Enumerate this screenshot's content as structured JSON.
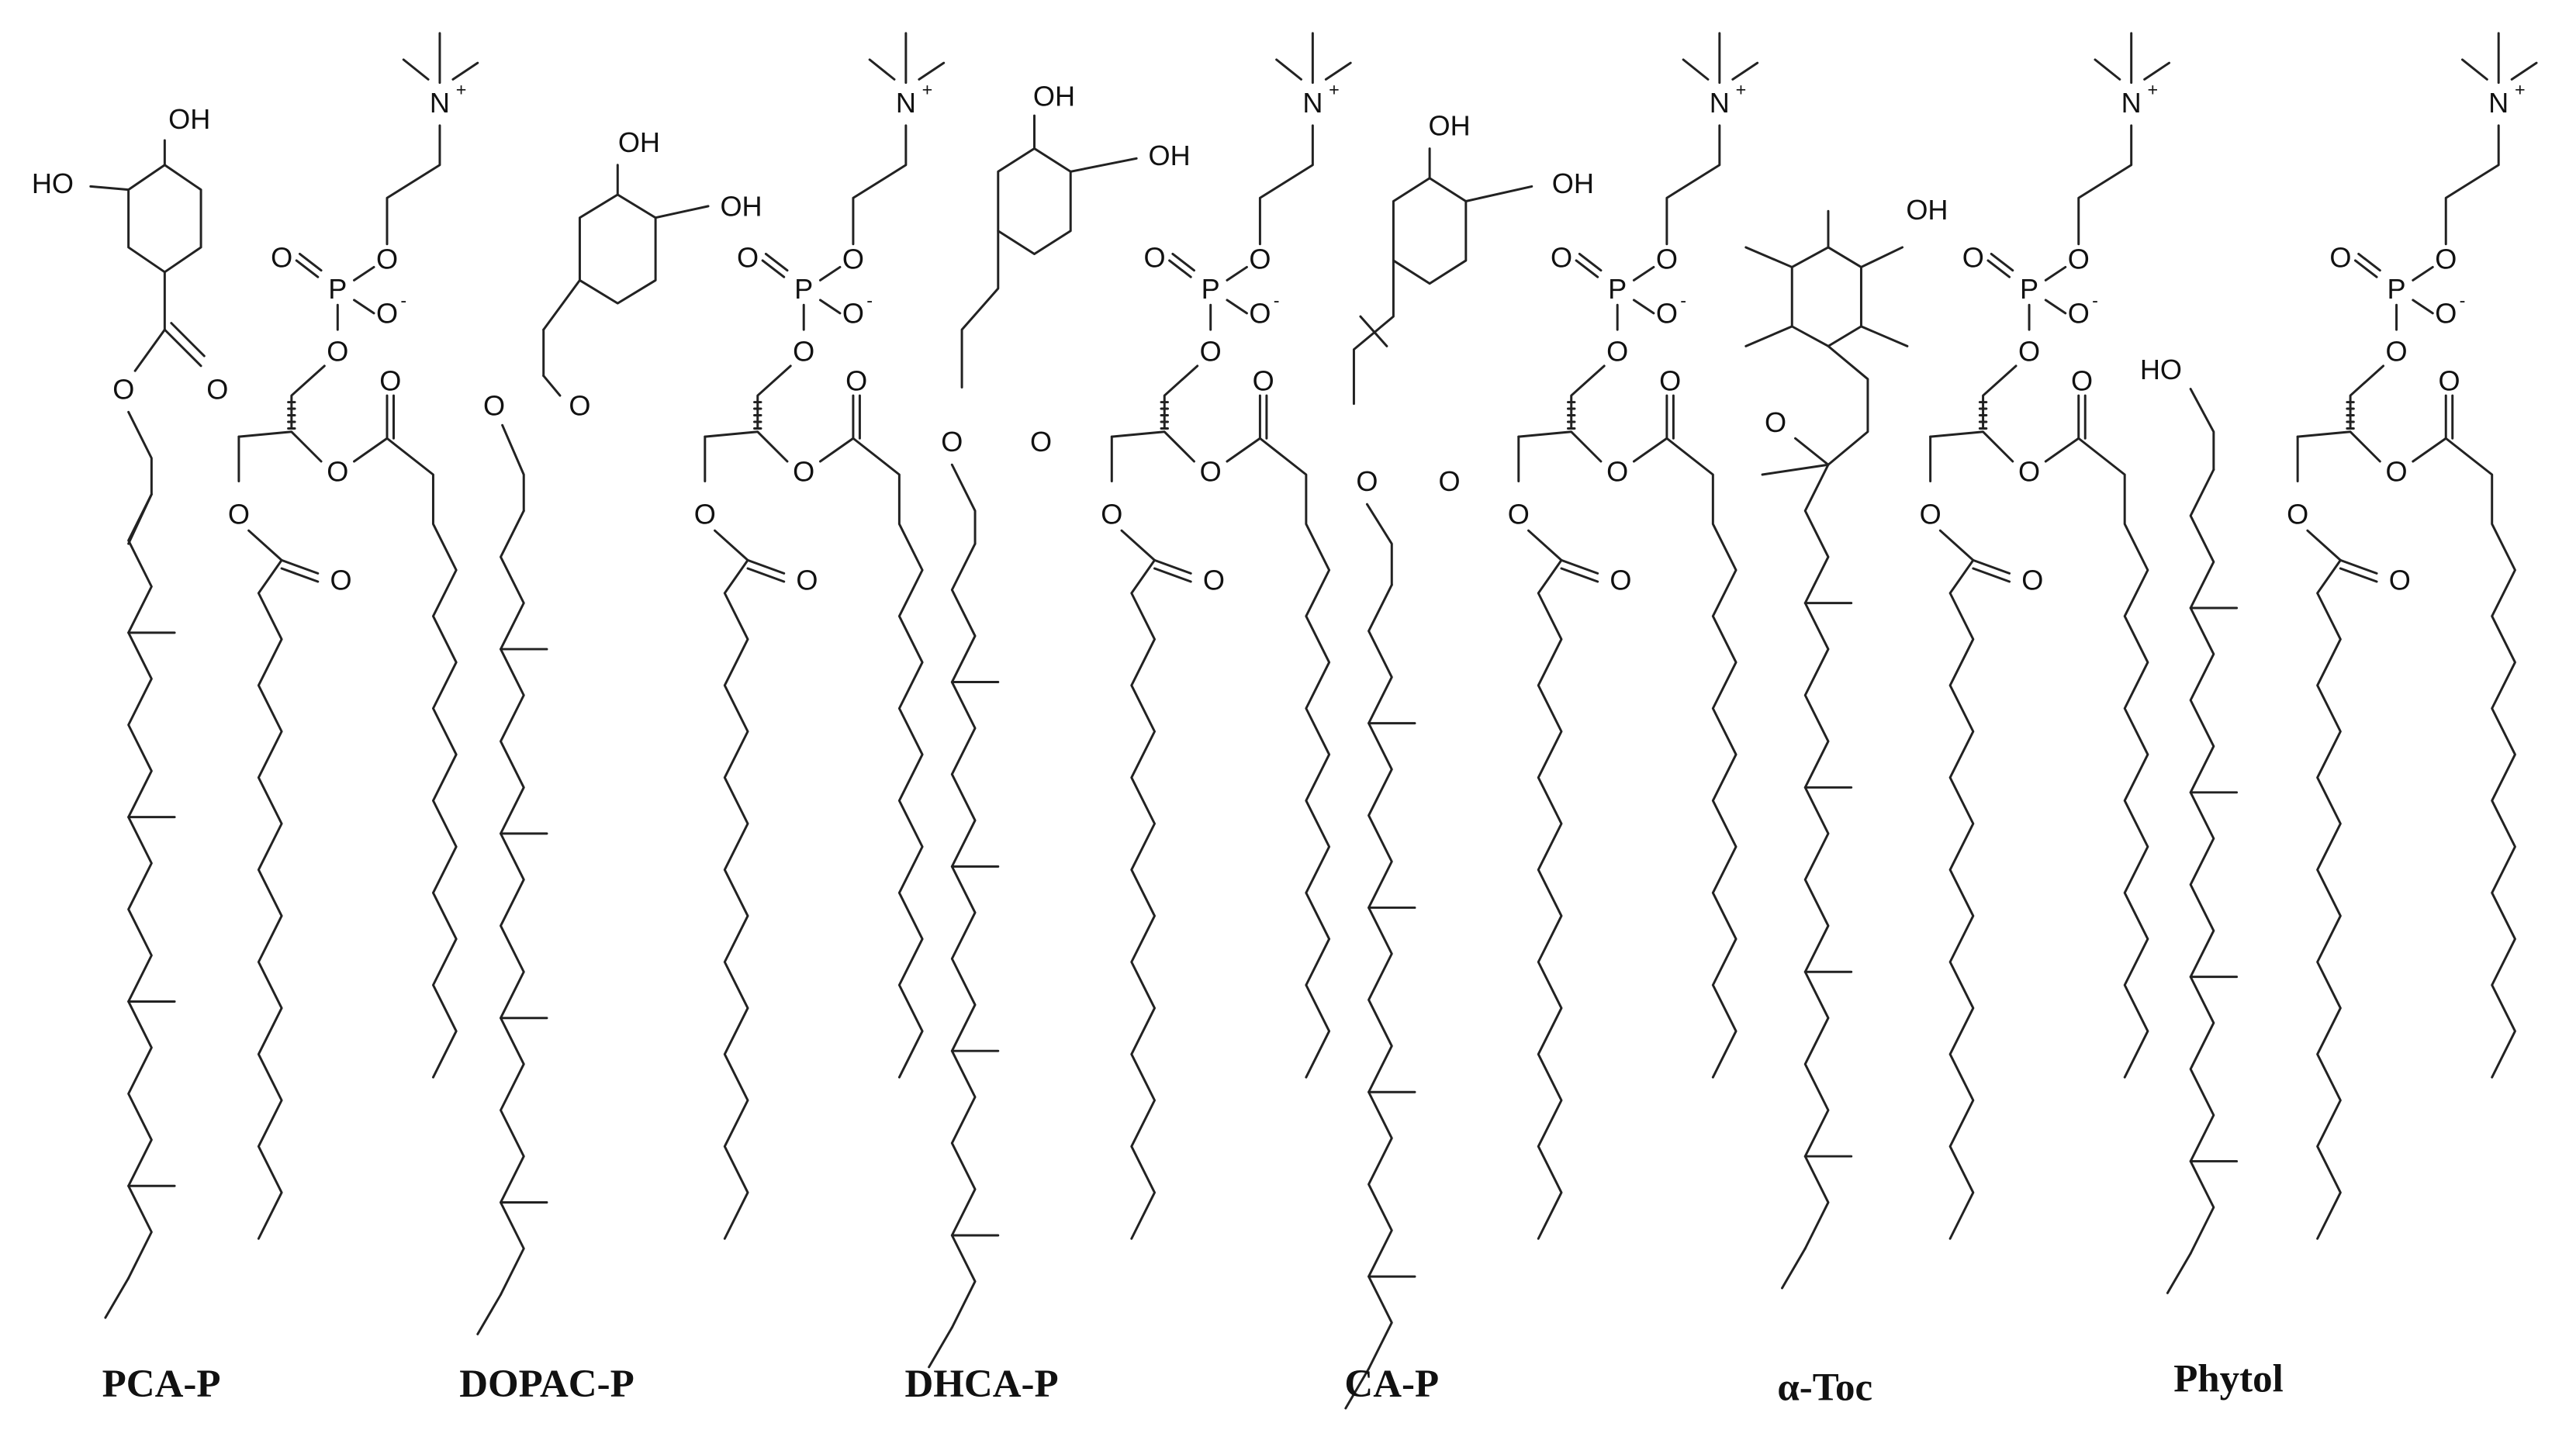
{
  "figure": {
    "type": "chemical-structure-figure",
    "background": "#ffffff",
    "line_color": "#222222"
  },
  "structures": [
    {
      "id": "pca-p",
      "label": "PCA-P",
      "headgroup": "protocatechuic acid (3,4-dihydroxybenzoyl) ester on phytyl",
      "phospholipid": "phosphatidylcholine"
    },
    {
      "id": "dopac-p",
      "label": "DOPAC-P",
      "headgroup": "3,4-dihydroxyphenylacetyl ester on phytyl",
      "phospholipid": "phosphatidylcholine"
    },
    {
      "id": "dhca-p",
      "label": "DHCA-P",
      "headgroup": "dihydrocaffeoyl ester on phytyl",
      "phospholipid": "phosphatidylcholine"
    },
    {
      "id": "ca-p",
      "label": "CA-P",
      "headgroup": "caffeoyl ester on phytyl",
      "phospholipid": "phosphatidylcholine"
    },
    {
      "id": "a-toc",
      "label": "α-Toc",
      "headgroup": "α-tocopherol chromanol",
      "phospholipid": "phosphatidylcholine"
    },
    {
      "id": "phytol",
      "label": "Phytol",
      "headgroup": "phytol",
      "phospholipid": "phosphatidylcholine"
    }
  ],
  "atom_labels": {
    "oh": "OH",
    "ho": "HO",
    "o": "O",
    "p": "P",
    "n": "N",
    "plus": "+",
    "minus": "-"
  }
}
